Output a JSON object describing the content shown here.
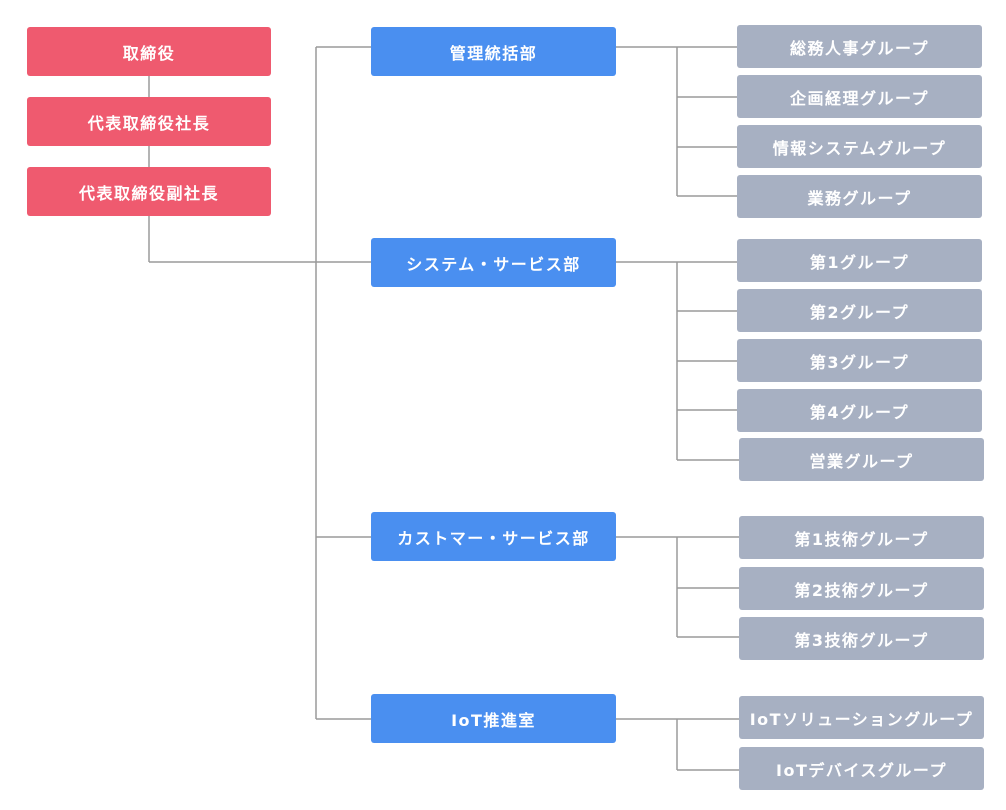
{
  "executives": [
    {
      "label": "取締役"
    },
    {
      "label": "代表取締役社長"
    },
    {
      "label": "代表取締役副社長"
    }
  ],
  "departments": [
    {
      "label": "管理統括部",
      "groups": [
        {
          "label": "総務人事グループ"
        },
        {
          "label": "企画経理グループ"
        },
        {
          "label": "情報システムグループ"
        },
        {
          "label": "業務グループ"
        }
      ]
    },
    {
      "label": "システム・サービス部",
      "groups": [
        {
          "label": "第1グループ"
        },
        {
          "label": "第2グループ"
        },
        {
          "label": "第3グループ"
        },
        {
          "label": "第4グループ"
        },
        {
          "label": "営業グループ"
        }
      ]
    },
    {
      "label": "カストマー・サービス部",
      "groups": [
        {
          "label": "第1技術グループ"
        },
        {
          "label": "第2技術グループ"
        },
        {
          "label": "第3技術グループ"
        }
      ]
    },
    {
      "label": "IoT推進室",
      "groups": [
        {
          "label": "IoTソリューショングループ"
        },
        {
          "label": "IoTデバイスグループ"
        }
      ]
    }
  ],
  "colors": {
    "executive": "#ef5a6f",
    "department": "#4a8ff0",
    "group": "#a7b0c2",
    "connector": "#9a9a9a"
  }
}
